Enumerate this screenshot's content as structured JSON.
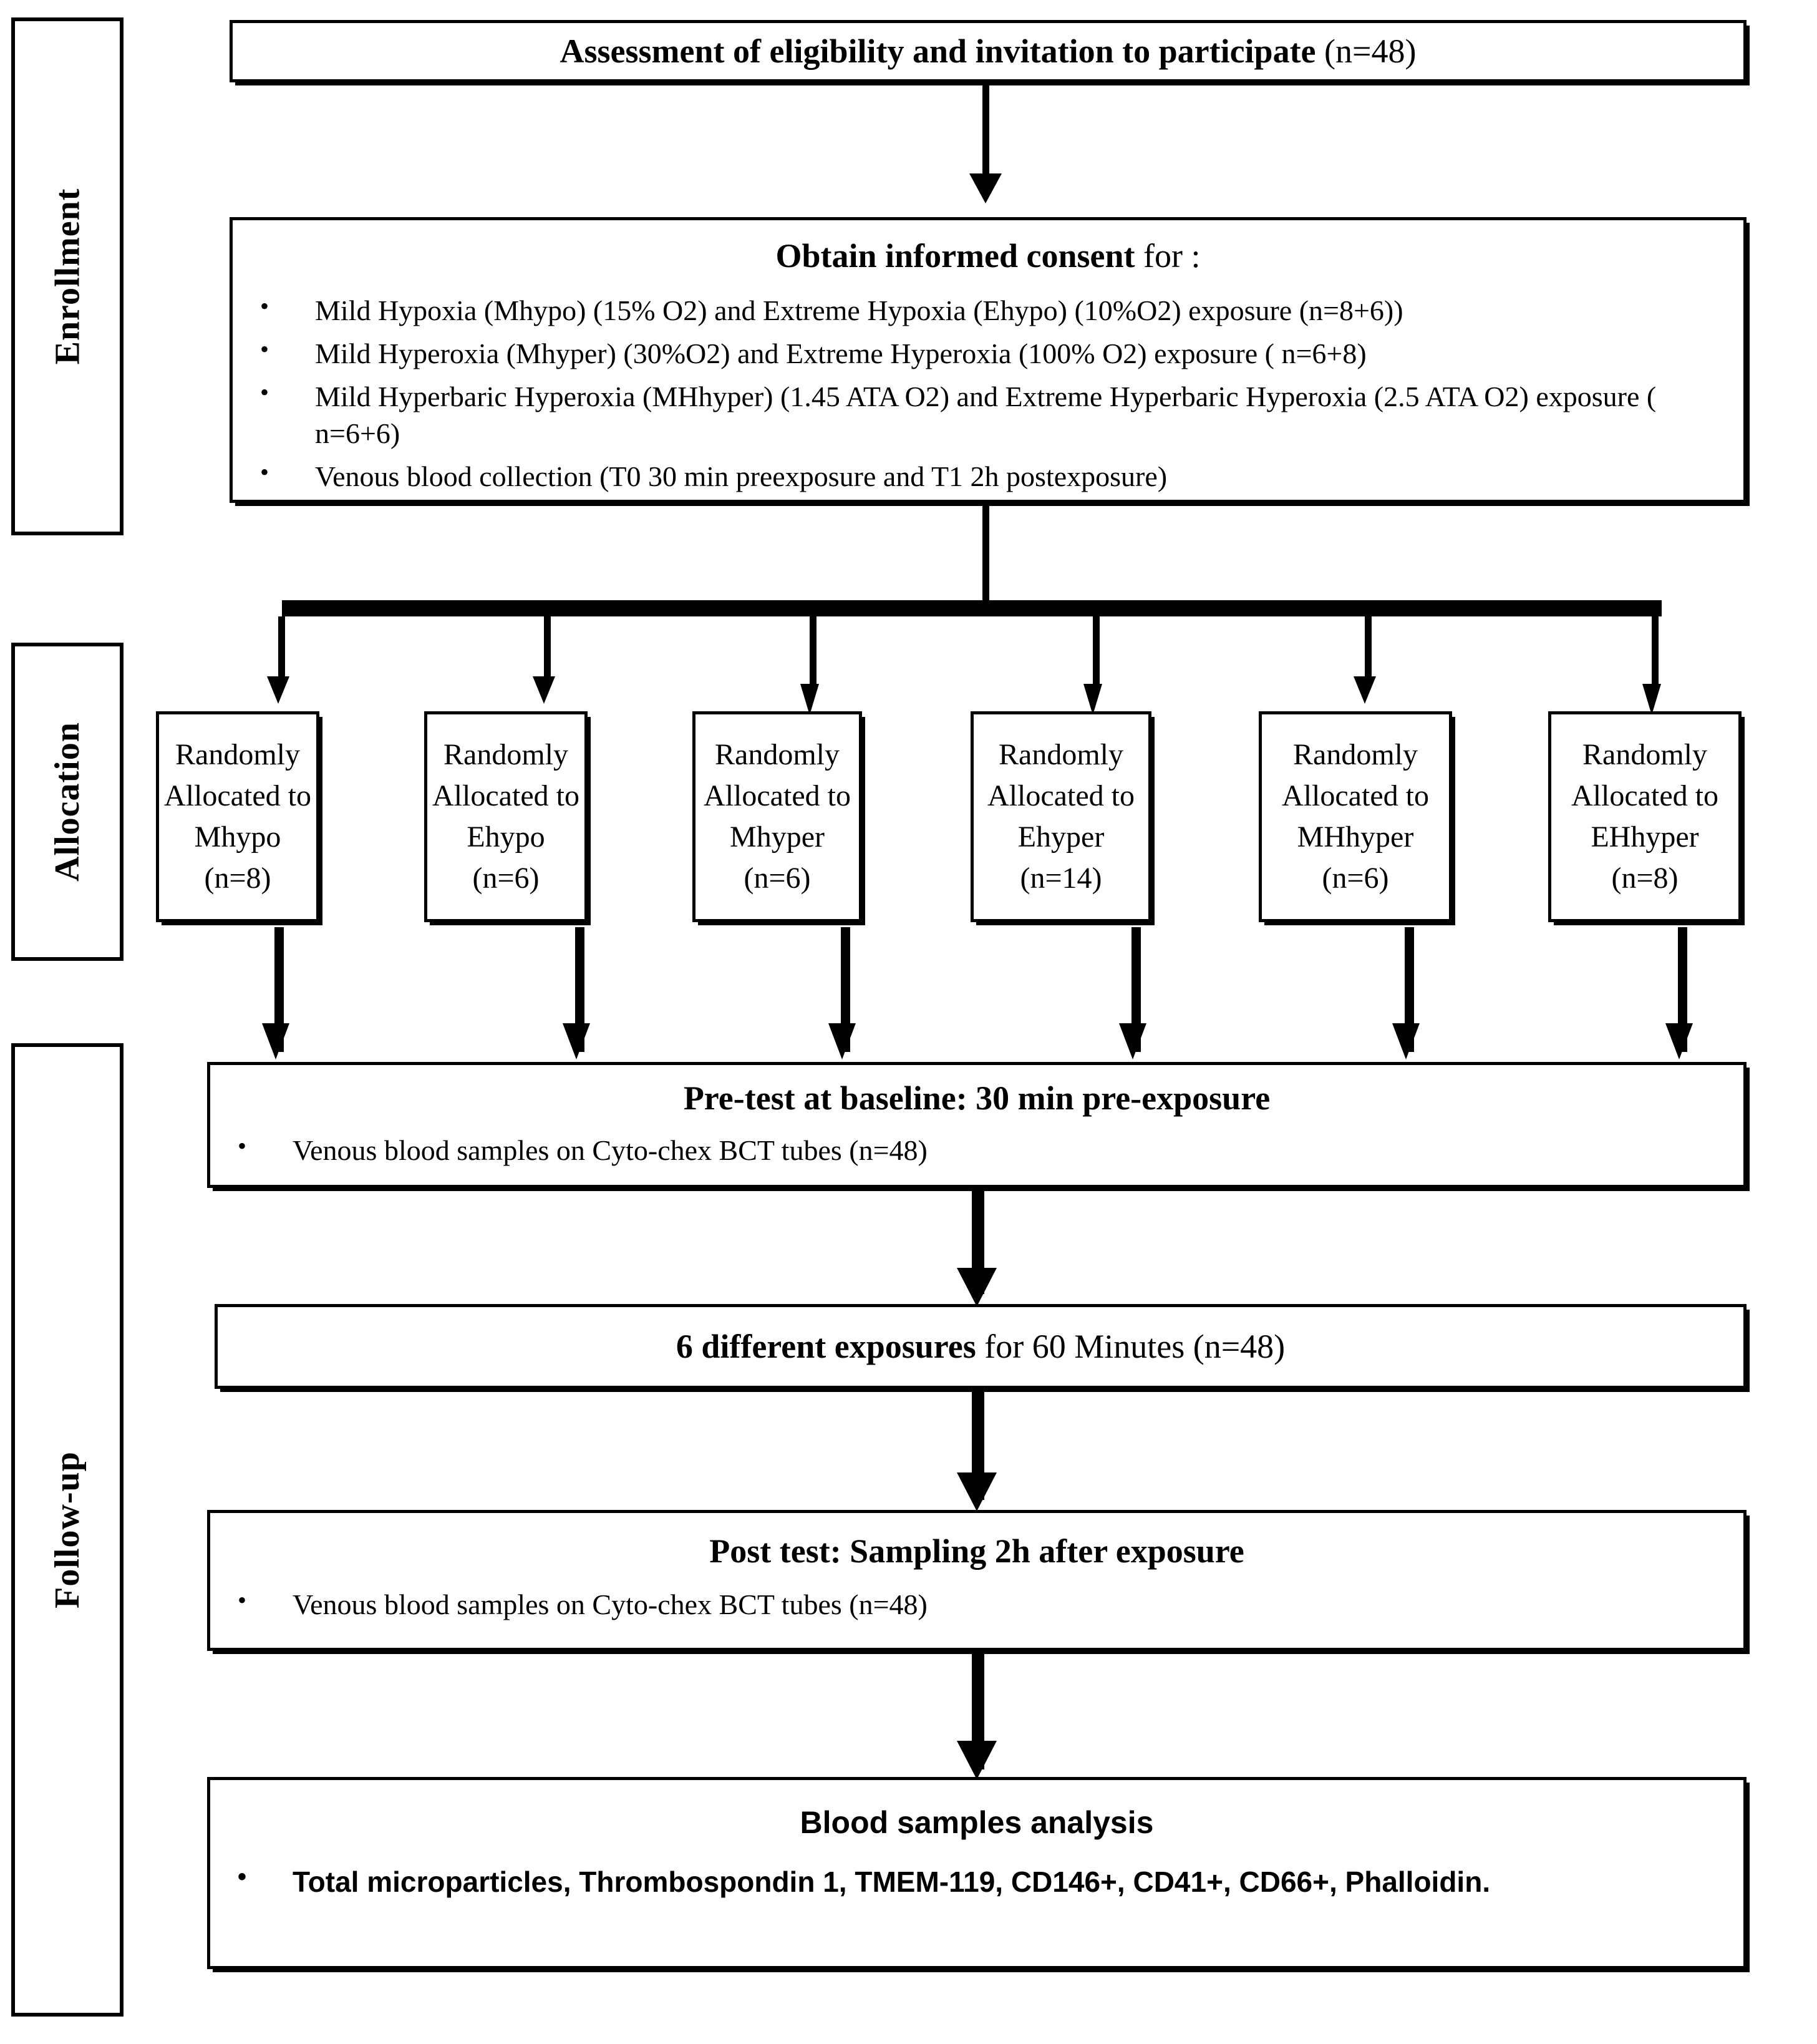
{
  "sidebar": {
    "phases": [
      {
        "label": "Enrollment"
      },
      {
        "label": "Allocation"
      },
      {
        "label": "Follow-up"
      }
    ]
  },
  "flow": {
    "eligibility": {
      "title": "Assessment of eligibility and invitation to participate",
      "count": "(n=48)"
    },
    "consent": {
      "title": "Obtain informed consent",
      "title_suffix": "for :",
      "bullets": [
        "Mild Hypoxia (Mhypo) (15% O2) and Extreme Hypoxia (Ehypo) (10%O2) exposure (n=8+6))",
        "Mild Hyperoxia (Mhyper) (30%O2) and Extreme Hyperoxia (100% O2) exposure ( n=6+8)",
        "Mild Hyperbaric Hyperoxia (MHhyper) (1.45 ATA O2) and Extreme Hyperbaric Hyperoxia (2.5 ATA O2) exposure ( n=6+6)",
        "Venous blood collection (T0 30 min preexposure and T1 2h postexposure)"
      ]
    },
    "allocation_groups": [
      {
        "line1": "Randomly",
        "line2": "Allocated to",
        "line3": "Mhypo",
        "line4": "(n=8)"
      },
      {
        "line1": "Randomly",
        "line2": "Allocated to",
        "line3": "Ehypo",
        "line4": "(n=6)"
      },
      {
        "line1": "Randomly",
        "line2": "Allocated to",
        "line3": "Mhyper",
        "line4": "(n=6)"
      },
      {
        "line1": "Randomly",
        "line2": "Allocated to",
        "line3": "Ehyper",
        "line4": "(n=14)"
      },
      {
        "line1": "Randomly",
        "line2": "Allocated to",
        "line3": "MHhyper",
        "line4": "(n=6)"
      },
      {
        "line1": "Randomly",
        "line2": "Allocated to",
        "line3": "EHhyper",
        "line4": "(n=8)"
      }
    ],
    "pretest": {
      "title": "Pre-test at baseline: 30 min pre-exposure",
      "bullets": [
        "Venous blood samples on Cyto-chex BCT tubes (n=48)"
      ]
    },
    "exposures": {
      "title_bold": "6  different exposures",
      "title_rest": "for 60 Minutes (n=48)"
    },
    "posttest": {
      "title": "Post test: Sampling 2h after exposure",
      "bullets": [
        "Venous blood samples on Cyto-chex BCT tubes (n=48)"
      ]
    },
    "analysis": {
      "title": "Blood samples analysis",
      "bullets": [
        "Total microparticles, Thrombospondin 1, TMEM-119, CD146+, CD41+, CD66+, Phalloidin."
      ]
    }
  },
  "colors": {
    "stroke": "#000000",
    "background": "#ffffff"
  }
}
